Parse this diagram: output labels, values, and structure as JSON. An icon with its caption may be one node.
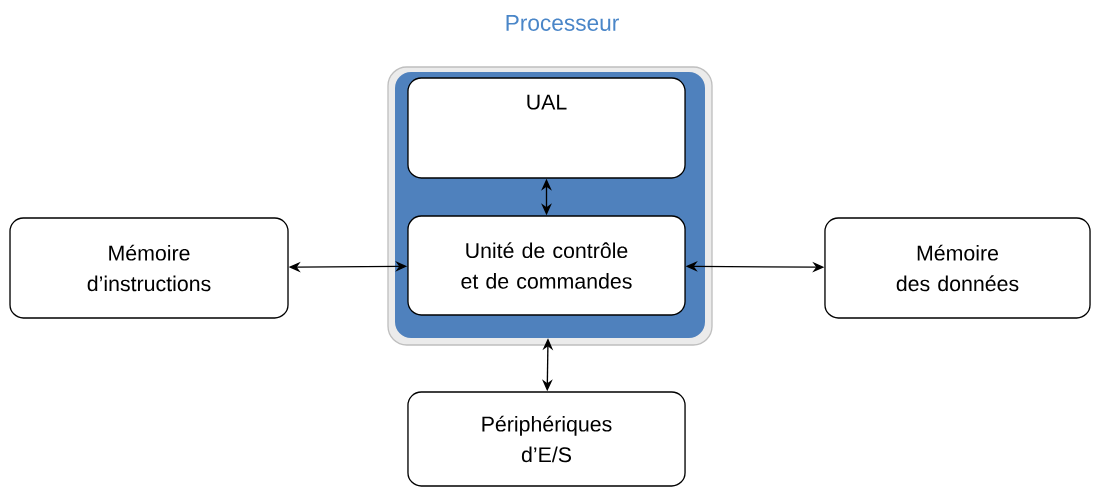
{
  "diagram": {
    "nodes": [
      {
        "text": [
          "Processeur"
        ]
      },
      {
        "text": [
          "UAL"
        ],
        "in": 0
      },
      {
        "text": [
          "Unité de contrôle et de commandes"
        ],
        "in": 0
      },
      {
        "text": [
          "Mémoire d’instructions"
        ]
      },
      {
        "text": [
          "Mémoire des données"
        ]
      },
      {
        "text": [
          "Périphériques d’E/S"
        ]
      }
    ],
    "edges": [
      {
        "from": 1,
        "to": 2,
        "arrow": "both"
      },
      {
        "from": 3,
        "to": 2,
        "arrow": "both"
      },
      {
        "from": 2,
        "to": 4,
        "arrow": "both"
      },
      {
        "from": 0,
        "to": 5,
        "arrow": "both"
      }
    ]
  }
}
